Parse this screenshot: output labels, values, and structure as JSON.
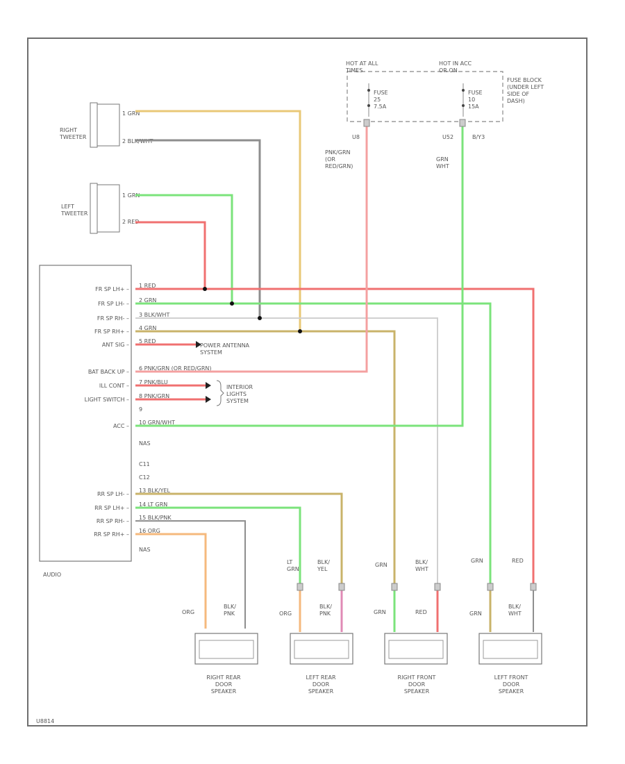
{
  "colors": {
    "yellow": "#e9c877",
    "gray": "#8e8e8e",
    "green": "#7be37b",
    "red": "#f07070",
    "pink": "#f4a0a0",
    "tan": "#c9b36a",
    "orange": "#f5b97d",
    "lightgray": "#d0d0d0",
    "frame": "#6e6e6e"
  },
  "components": {
    "right_tweeter": "RIGHT\nTWEETER",
    "left_tweeter": "LEFT\nTWEETER",
    "audio": "AUDIO",
    "power_antenna": "POWER ANTENNA\nSYSTEM",
    "interior_lights": "INTERIOR\nLIGHTS\nSYSTEM",
    "fuse_block": "FUSE BLOCK\n(UNDER LEFT\nSIDE OF\nDASH)",
    "hot_at_all_times": "HOT AT ALL\nTIMES",
    "hot_in_acc": "HOT IN ACC\nOR ON",
    "fuse_a": "FUSE\n25\n7.5A",
    "fuse_b": "FUSE\n10\n15A",
    "fuse_a_connector": "U8",
    "fuse_b_connector": "U52",
    "fuse_b_ref": "B/Y3",
    "fuse_a_wire": "PNK/GRN\n(OR\nRED/GRN)",
    "fuse_b_wire": "GRN\nWHT",
    "right_rear_speaker": "RIGHT REAR\nDOOR\nSPEAKER",
    "left_rear_speaker": "LEFT REAR\nDOOR\nSPEAKER",
    "right_front_speaker": "RIGHT FRONT\nDOOR\nSPEAKER",
    "left_front_speaker": "LEFT FRONT\nDOOR\nSPEAKER",
    "footer_code": "U8814"
  },
  "tweeter_pins": {
    "rt1": "1   GRN",
    "rt2": "2   BLK/WHT",
    "lt1": "1   GRN",
    "lt2": "2   RED"
  },
  "audio_pins": [
    {
      "name": "FR SP LH+",
      "pin": "1   RED"
    },
    {
      "name": "FR SP LH-",
      "pin": "2   GRN"
    },
    {
      "name": "FR SP RH-",
      "pin": "3   BLK/WHT"
    },
    {
      "name": "FR SP RH+",
      "pin": "4   GRN"
    },
    {
      "name": "ANT SIG",
      "pin": "5   RED"
    },
    {
      "name": "BAT BACK UP",
      "pin": "6   PNK/GRN (OR RED/GRN)"
    },
    {
      "name": "ILL CONT",
      "pin": "7   PNK/BLU"
    },
    {
      "name": "LIGHT SWITCH",
      "pin": "8   PNK/GRN"
    },
    {
      "name": "",
      "pin": "9"
    },
    {
      "name": "ACC",
      "pin": "10  GRN/WHT"
    },
    {
      "name": "",
      "pin": "NAS"
    },
    {
      "name": "",
      "pin": "C11"
    },
    {
      "name": "",
      "pin": "C12"
    },
    {
      "name": "RR SP LH-",
      "pin": "13  BLK/YEL"
    },
    {
      "name": "RR SP LH+",
      "pin": "14  LT GRN"
    },
    {
      "name": "RR SP RH-",
      "pin": "15  BLK/PNK"
    },
    {
      "name": "RR SP RH+",
      "pin": "16  ORG"
    },
    {
      "name": "",
      "pin": "NAS"
    }
  ],
  "speaker_wires": {
    "lt_grn": "LT\nGRN",
    "blk_yel": "BLK/\nYEL",
    "grn_a": "GRN",
    "blk_wht_a": "BLK/\nWHT",
    "grn_b": "GRN",
    "red_b": "RED",
    "org_rr": "ORG",
    "blk_pnk_rr": "BLK/\nPNK",
    "org_lr": "ORG",
    "blk_pnk_lr": "BLK/\nPNK",
    "grn_rf": "GRN",
    "red_rf": "RED",
    "grn_lf": "GRN",
    "blk_wht_lf": "BLK/\nWHT"
  }
}
